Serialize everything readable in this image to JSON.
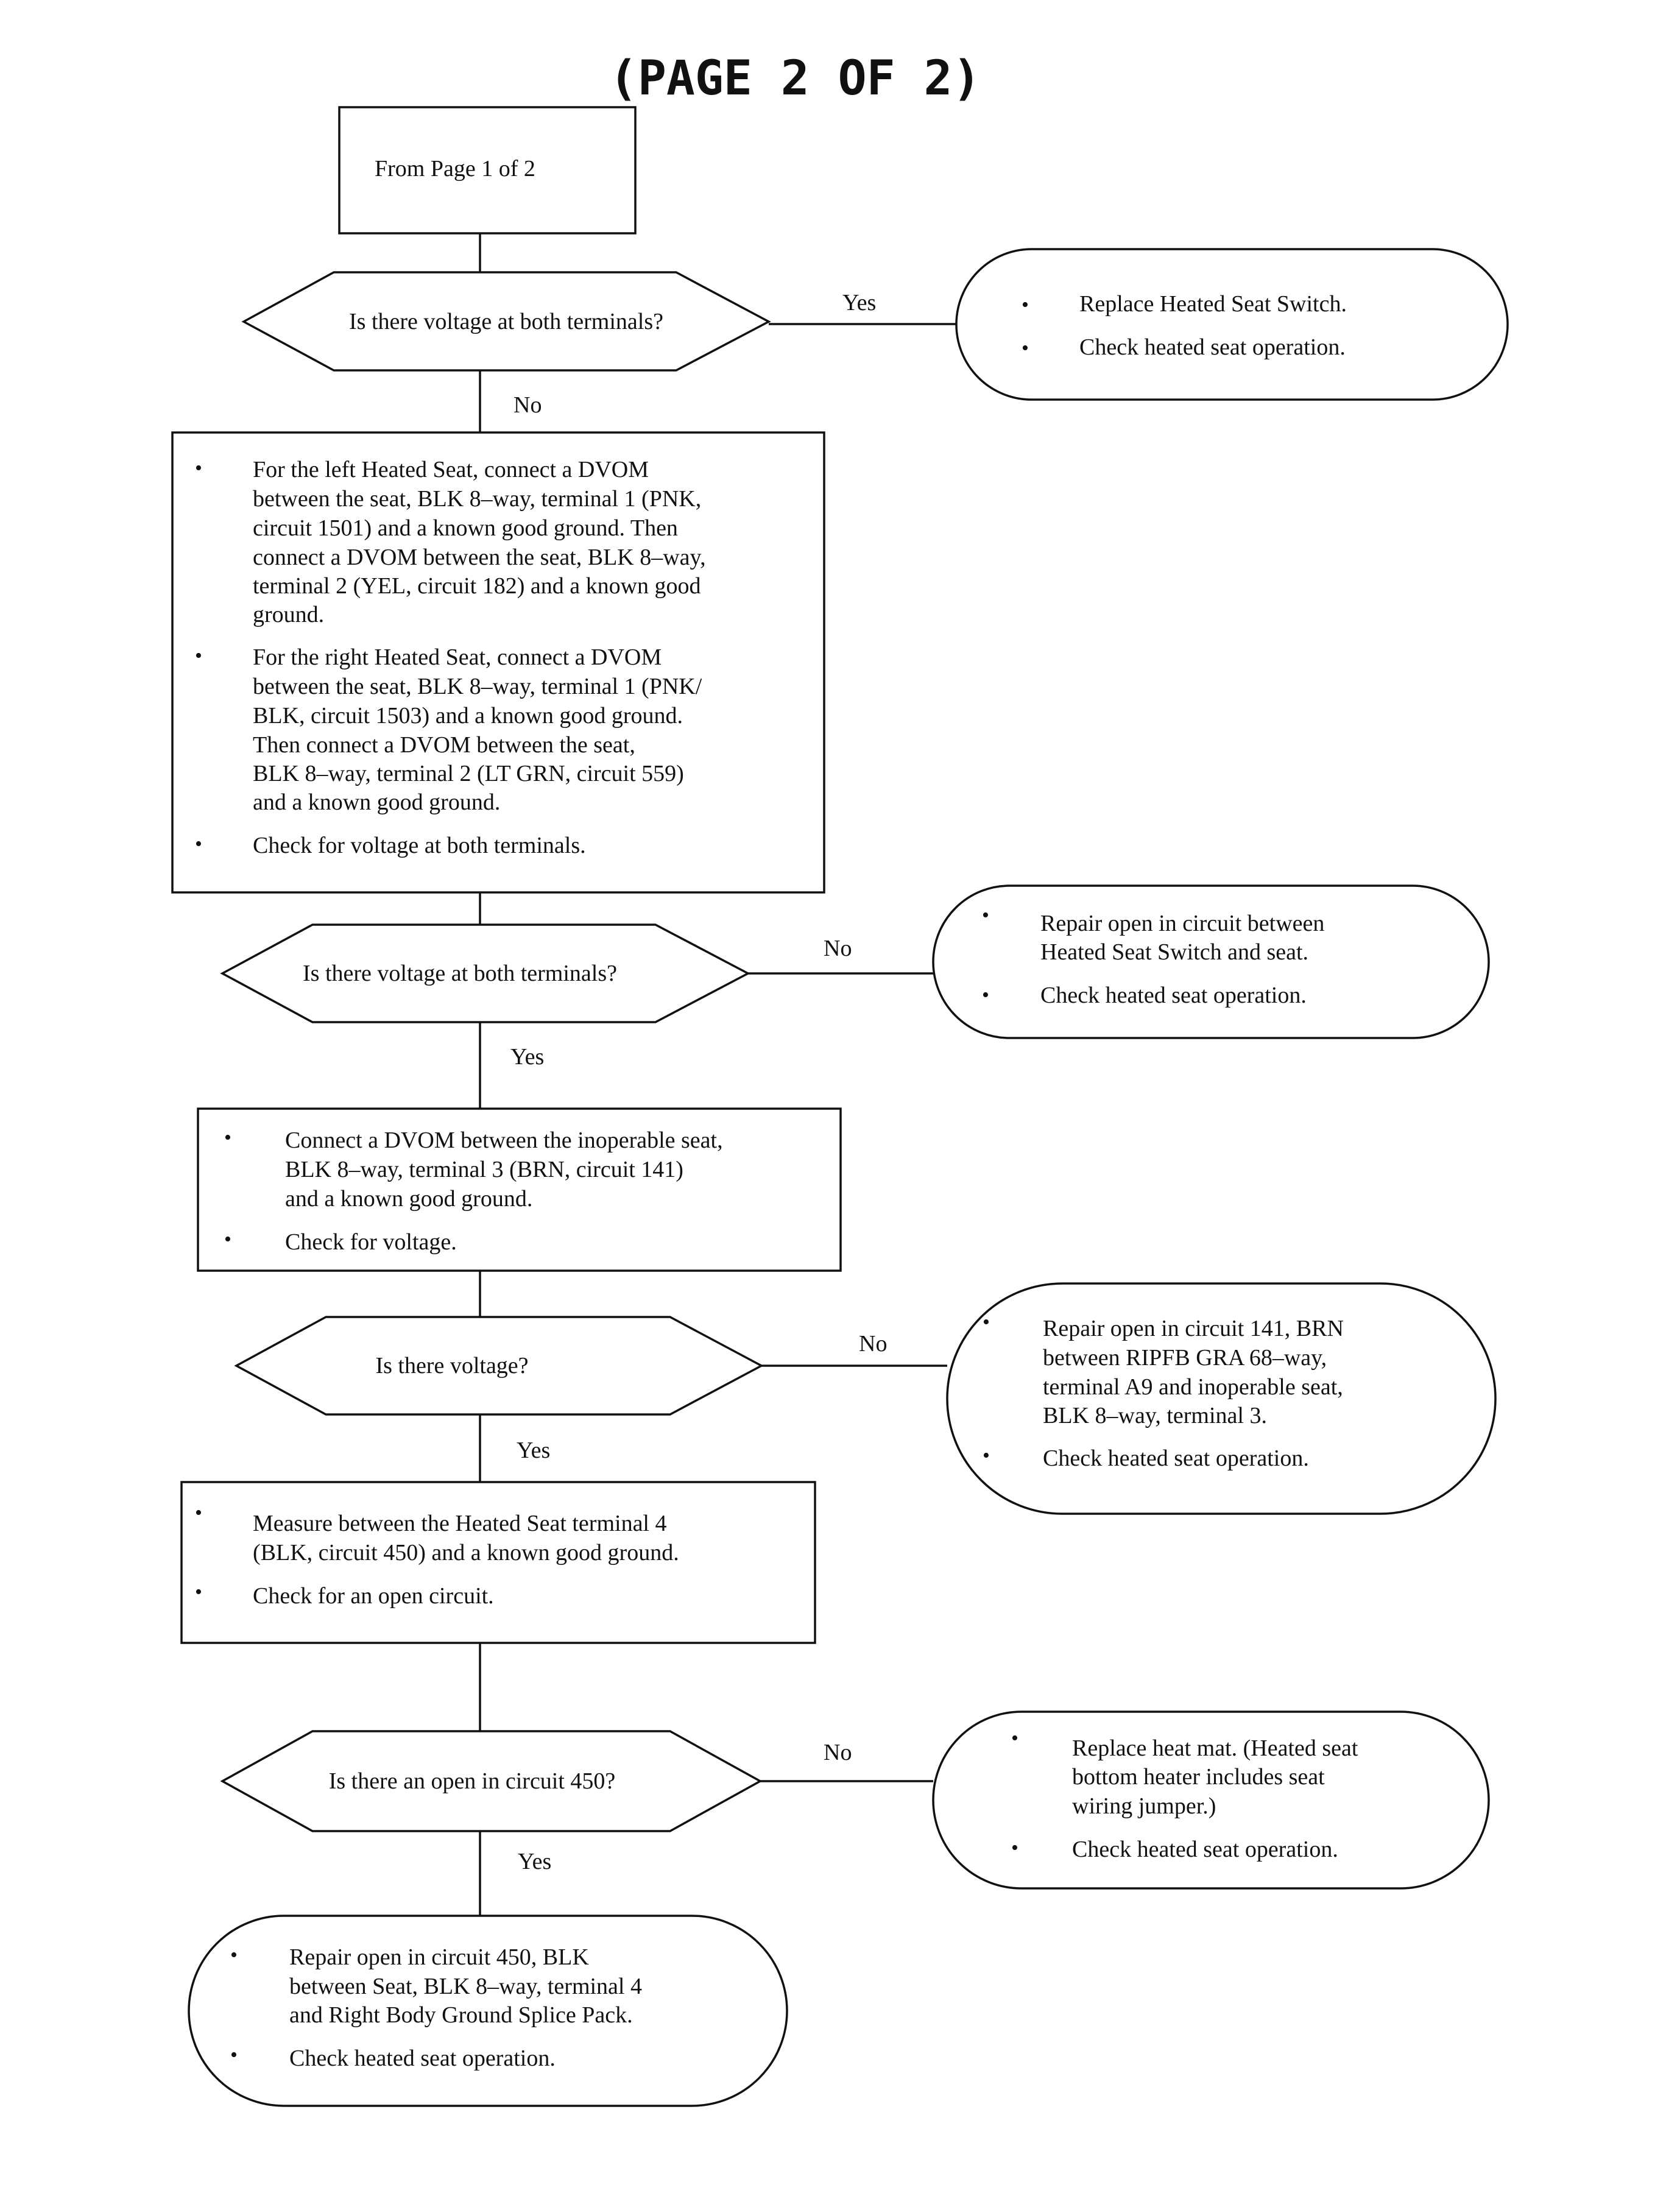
{
  "page_title": "(PAGE 2 OF 2)",
  "start_box": "From Page 1 of 2",
  "decisions": {
    "d1": "Is there voltage at both terminals?",
    "d2": "Is there voltage at both terminals?",
    "d3": "Is there voltage?",
    "d4": "Is there an open in circuit 450?"
  },
  "edge_labels": {
    "d1_yes": "Yes",
    "d1_no": "No",
    "d2_no": "No",
    "d2_yes": "Yes",
    "d3_no": "No",
    "d3_yes": "Yes",
    "d4_no": "No",
    "d4_yes": "Yes"
  },
  "boxes": {
    "p1": [
      [
        "For the left Heated Seat, connect a DVOM",
        "between the seat, BLK 8–way, terminal 1 (PNK,",
        "circuit 1501) and a known good ground. Then",
        "connect a DVOM between the seat, BLK 8–way,",
        "terminal 2 (YEL, circuit 182) and a known good",
        "ground."
      ],
      [
        "For the right Heated Seat, connect a DVOM",
        "between the seat, BLK 8–way, terminal 1 (PNK/",
        "BLK, circuit 1503) and a known good ground.",
        "Then connect a DVOM between the seat,",
        "BLK 8–way, terminal 2 (LT GRN, circuit 559)",
        "and a known good ground."
      ],
      [
        "Check for voltage at both terminals."
      ]
    ],
    "p2": [
      [
        "Connect a DVOM between the inoperable seat,",
        "BLK 8–way,  terminal 3 (BRN, circuit 141)",
        "and a known good ground."
      ],
      [
        "Check for voltage."
      ]
    ],
    "p3": [
      [
        "Measure between the Heated Seat terminal 4",
        "(BLK, circuit 450) and a known good ground."
      ],
      [
        "Check for an open circuit."
      ]
    ]
  },
  "terminals": {
    "t1": [
      [
        "Replace Heated Seat Switch."
      ],
      [
        "Check heated seat operation."
      ]
    ],
    "t2": [
      [
        "Repair open in circuit between",
        "Heated Seat Switch and seat."
      ],
      [
        "Check heated seat operation."
      ]
    ],
    "t3": [
      [
        "Repair open in circuit 141, BRN",
        "between RIPFB GRA 68–way,",
        "terminal A9 and inoperable seat,",
        "BLK 8–way, terminal 3."
      ],
      [
        "Check heated seat operation."
      ]
    ],
    "t4": [
      [
        "Replace heat mat. (Heated seat",
        "bottom heater includes seat",
        "wiring jumper.)"
      ],
      [
        "Check heated seat operation."
      ]
    ],
    "t5": [
      [
        "Repair open in circuit 450, BLK",
        "between Seat, BLK 8–way, terminal 4",
        "and Right Body Ground Splice Pack."
      ],
      [
        "Check heated seat operation."
      ]
    ]
  }
}
